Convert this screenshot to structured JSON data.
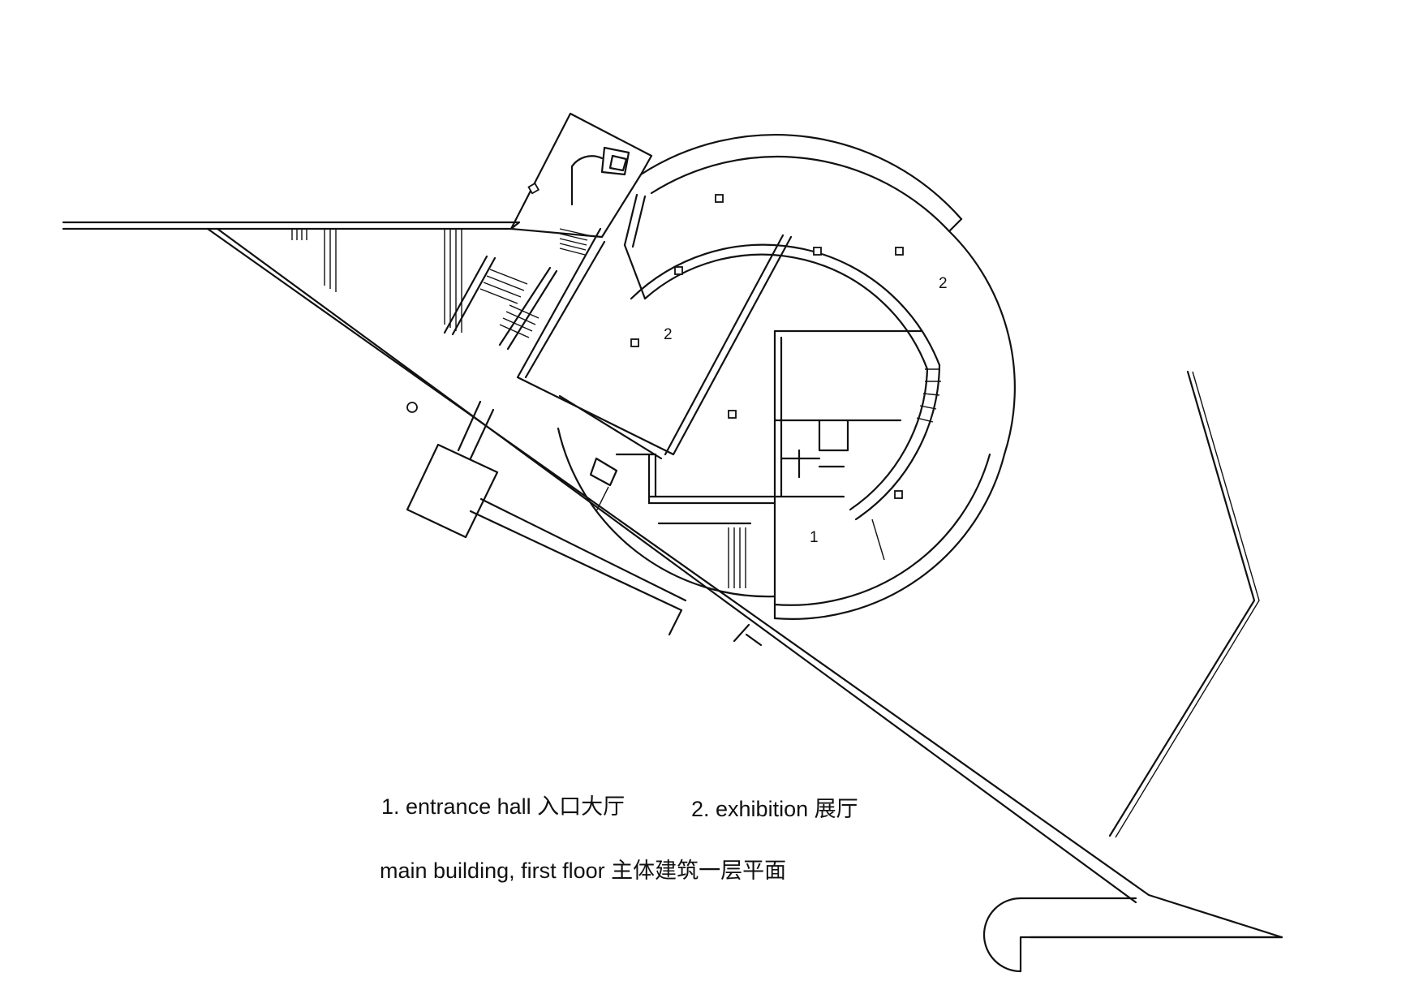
{
  "legend": [
    {
      "label": "1. entrance hall 入口大厅"
    },
    {
      "label": "2. exhibition 展厅"
    }
  ],
  "title": "main building, first floor 主体建筑一层平面",
  "room_labels": {
    "r1": "1",
    "r2a": "2",
    "r2b": "2"
  }
}
